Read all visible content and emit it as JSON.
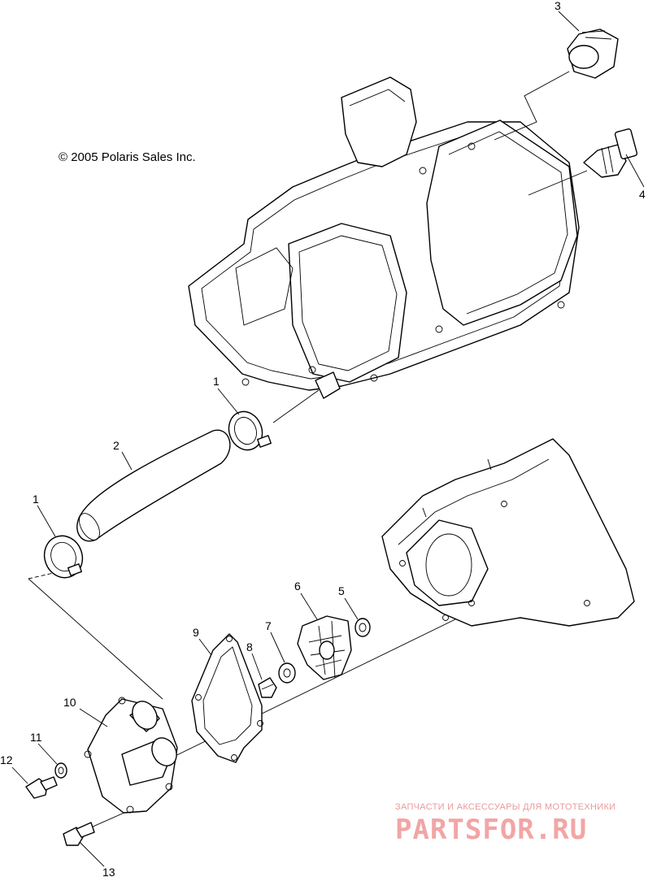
{
  "copyright": "© 2005 Polaris Sales Inc.",
  "watermark": {
    "tagline": "ЗАПЧАСТИ И АКСЕССУАРЫ ДЛЯ МОТОТЕХНИКИ",
    "brand": "PARTSFOR.RU"
  },
  "callouts": [
    "1",
    "2",
    "1",
    "3",
    "4",
    "5",
    "6",
    "7",
    "8",
    "9",
    "10",
    "11",
    "12",
    "13"
  ]
}
